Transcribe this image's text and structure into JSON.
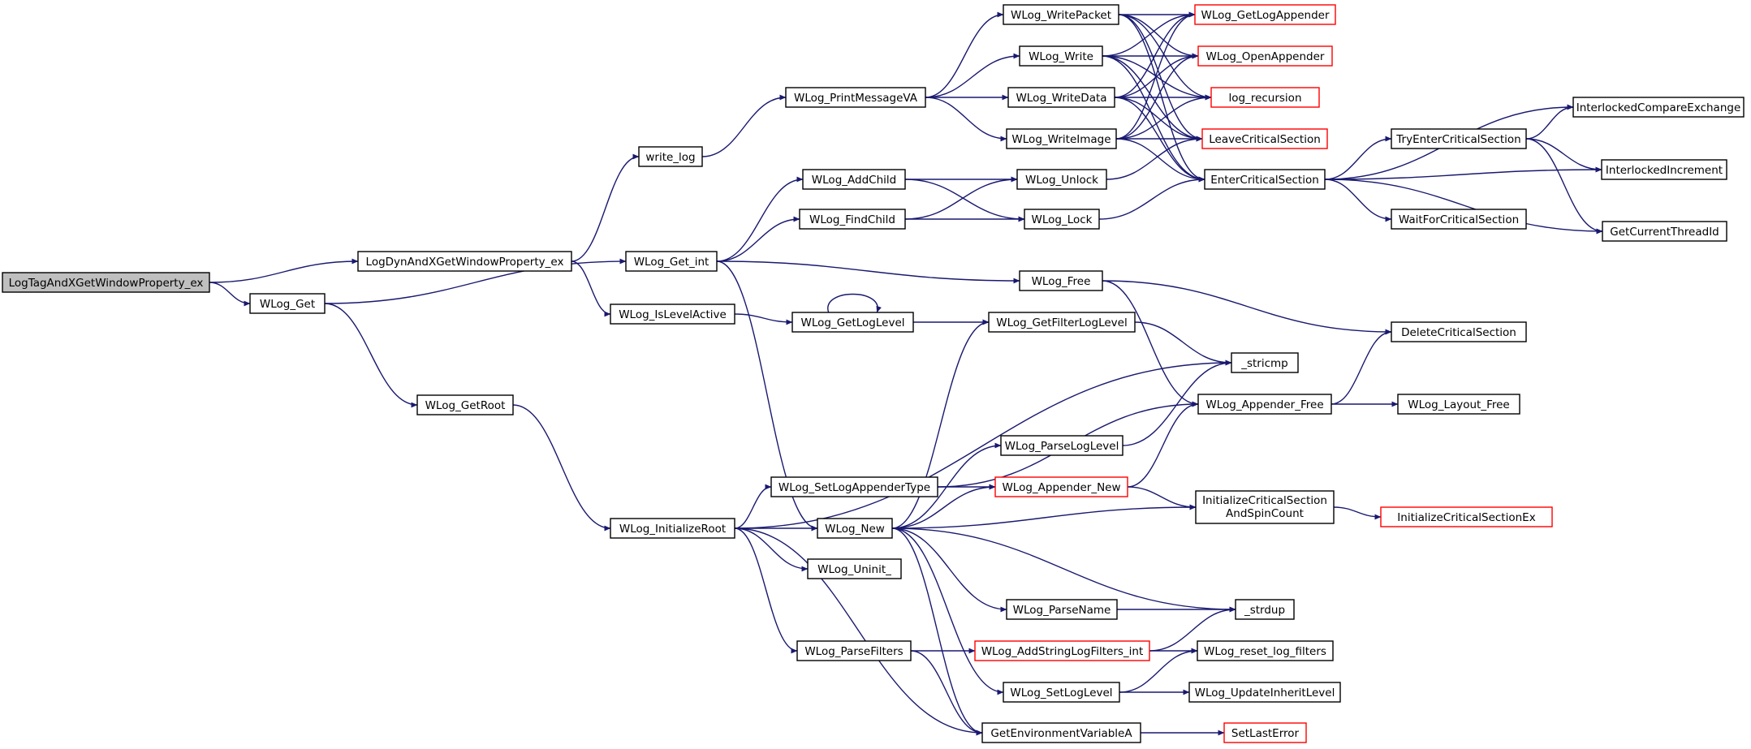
{
  "graph": {
    "edge_color": "#191970",
    "node_border": "#000000",
    "incomplete_node_border": "#ff0000",
    "root_fill": "#bfbfbf",
    "nodes": [
      {
        "id": "root",
        "label": "LogTagAndXGetWindowProperty_ex",
        "style": "root"
      },
      {
        "id": "logdyn",
        "label": "LogDynAndXGetWindowProperty_ex"
      },
      {
        "id": "wlog_get",
        "label": "WLog_Get"
      },
      {
        "id": "write_log",
        "label": "write_log"
      },
      {
        "id": "wlog_get_int",
        "label": "WLog_Get_int"
      },
      {
        "id": "islevel",
        "label": "WLog_IsLevelActive"
      },
      {
        "id": "getroot",
        "label": "WLog_GetRoot"
      },
      {
        "id": "printmsg",
        "label": "WLog_PrintMessageVA"
      },
      {
        "id": "addchild",
        "label": "WLog_AddChild"
      },
      {
        "id": "findchild",
        "label": "WLog_FindChild"
      },
      {
        "id": "getloglevel",
        "label": "WLog_GetLogLevel"
      },
      {
        "id": "initroot",
        "label": "WLog_InitializeRoot"
      },
      {
        "id": "setappender",
        "label": "WLog_SetLogAppenderType"
      },
      {
        "id": "wlog_new",
        "label": "WLog_New"
      },
      {
        "id": "uninit",
        "label": "WLog_Uninit_"
      },
      {
        "id": "parsefilters",
        "label": "WLog_ParseFilters"
      },
      {
        "id": "writepacket",
        "label": "WLog_WritePacket"
      },
      {
        "id": "wlog_write",
        "label": "WLog_Write"
      },
      {
        "id": "writedata",
        "label": "WLog_WriteData"
      },
      {
        "id": "writeimage",
        "label": "WLog_WriteImage"
      },
      {
        "id": "unlock",
        "label": "WLog_Unlock"
      },
      {
        "id": "lock",
        "label": "WLog_Lock"
      },
      {
        "id": "wlog_free",
        "label": "WLog_Free"
      },
      {
        "id": "getfilter",
        "label": "WLog_GetFilterLogLevel"
      },
      {
        "id": "parseloglevel",
        "label": "WLog_ParseLogLevel"
      },
      {
        "id": "appender_new",
        "label": "WLog_Appender_New",
        "style": "red"
      },
      {
        "id": "parsename",
        "label": "WLog_ParseName"
      },
      {
        "id": "addstring",
        "label": "WLog_AddStringLogFilters_int",
        "style": "red"
      },
      {
        "id": "setloglevel",
        "label": "WLog_SetLogLevel"
      },
      {
        "id": "getenv",
        "label": "GetEnvironmentVariableA"
      },
      {
        "id": "getlogappender",
        "label": "WLog_GetLogAppender",
        "style": "red"
      },
      {
        "id": "openappender",
        "label": "WLog_OpenAppender",
        "style": "red"
      },
      {
        "id": "logrec",
        "label": "log_recursion",
        "style": "red"
      },
      {
        "id": "leavecs",
        "label": "LeaveCriticalSection",
        "style": "red"
      },
      {
        "id": "entercs",
        "label": "EnterCriticalSection"
      },
      {
        "id": "stricmp",
        "label": "_stricmp"
      },
      {
        "id": "appender_free",
        "label": "WLog_Appender_Free"
      },
      {
        "id": "initcs",
        "label": "InitializeCriticalSection AndSpinCount",
        "lines": [
          "InitializeCriticalSection",
          "AndSpinCount"
        ]
      },
      {
        "id": "strdup",
        "label": "_strdup"
      },
      {
        "id": "resetfilters",
        "label": "WLog_reset_log_filters"
      },
      {
        "id": "updateinherit",
        "label": "WLog_UpdateInheritLevel"
      },
      {
        "id": "setlasterror",
        "label": "SetLastError",
        "style": "red"
      },
      {
        "id": "tryenter",
        "label": "TryEnterCriticalSection"
      },
      {
        "id": "waitcs",
        "label": "WaitForCriticalSection"
      },
      {
        "id": "deletecs",
        "label": "DeleteCriticalSection"
      },
      {
        "id": "layoutfree",
        "label": "WLog_Layout_Free"
      },
      {
        "id": "initcsex",
        "label": "InitializeCriticalSectionEx",
        "style": "red"
      },
      {
        "id": "icx",
        "label": "InterlockedCompareExchange"
      },
      {
        "id": "iinc",
        "label": "InterlockedIncrement"
      },
      {
        "id": "gettid",
        "label": "GetCurrentThreadId"
      }
    ],
    "edges": [
      [
        "root",
        "logdyn"
      ],
      [
        "root",
        "wlog_get"
      ],
      [
        "logdyn",
        "write_log"
      ],
      [
        "logdyn",
        "islevel"
      ],
      [
        "wlog_get",
        "wlog_get_int"
      ],
      [
        "wlog_get",
        "getroot"
      ],
      [
        "write_log",
        "printmsg"
      ],
      [
        "printmsg",
        "writepacket"
      ],
      [
        "printmsg",
        "wlog_write"
      ],
      [
        "printmsg",
        "writedata"
      ],
      [
        "printmsg",
        "writeimage"
      ],
      [
        "wlog_get_int",
        "addchild"
      ],
      [
        "wlog_get_int",
        "findchild"
      ],
      [
        "wlog_get_int",
        "wlog_free"
      ],
      [
        "wlog_get_int",
        "wlog_new"
      ],
      [
        "islevel",
        "getloglevel"
      ],
      [
        "getloglevel",
        "getloglevel"
      ],
      [
        "getloglevel",
        "getfilter"
      ],
      [
        "getroot",
        "initroot"
      ],
      [
        "initroot",
        "setappender"
      ],
      [
        "initroot",
        "wlog_new"
      ],
      [
        "initroot",
        "uninit"
      ],
      [
        "initroot",
        "parsefilters"
      ],
      [
        "initroot",
        "stricmp"
      ],
      [
        "initroot",
        "getenv"
      ],
      [
        "addchild",
        "unlock"
      ],
      [
        "addchild",
        "lock"
      ],
      [
        "findchild",
        "unlock"
      ],
      [
        "findchild",
        "lock"
      ],
      [
        "unlock",
        "leavecs"
      ],
      [
        "lock",
        "entercs"
      ],
      [
        "wlog_free",
        "deletecs"
      ],
      [
        "wlog_free",
        "appender_free"
      ],
      [
        "getfilter",
        "stricmp"
      ],
      [
        "setappender",
        "appender_new"
      ],
      [
        "setappender",
        "appender_free"
      ],
      [
        "wlog_new",
        "getfilter"
      ],
      [
        "wlog_new",
        "parseloglevel"
      ],
      [
        "wlog_new",
        "appender_new"
      ],
      [
        "wlog_new",
        "initcs"
      ],
      [
        "wlog_new",
        "strdup"
      ],
      [
        "wlog_new",
        "parsename"
      ],
      [
        "wlog_new",
        "setloglevel"
      ],
      [
        "wlog_new",
        "getenv"
      ],
      [
        "parsefilters",
        "addstring"
      ],
      [
        "parsefilters",
        "getenv"
      ],
      [
        "parseloglevel",
        "stricmp"
      ],
      [
        "appender_new",
        "appender_free"
      ],
      [
        "appender_new",
        "initcs"
      ],
      [
        "parsename",
        "strdup"
      ],
      [
        "addstring",
        "strdup"
      ],
      [
        "addstring",
        "resetfilters"
      ],
      [
        "setloglevel",
        "resetfilters"
      ],
      [
        "setloglevel",
        "updateinherit"
      ],
      [
        "getenv",
        "setlasterror"
      ],
      [
        "writepacket",
        "getlogappender"
      ],
      [
        "writepacket",
        "openappender"
      ],
      [
        "writepacket",
        "logrec"
      ],
      [
        "writepacket",
        "leavecs"
      ],
      [
        "writepacket",
        "entercs"
      ],
      [
        "wlog_write",
        "getlogappender"
      ],
      [
        "wlog_write",
        "openappender"
      ],
      [
        "wlog_write",
        "logrec"
      ],
      [
        "wlog_write",
        "leavecs"
      ],
      [
        "wlog_write",
        "entercs"
      ],
      [
        "writedata",
        "getlogappender"
      ],
      [
        "writedata",
        "openappender"
      ],
      [
        "writedata",
        "logrec"
      ],
      [
        "writedata",
        "leavecs"
      ],
      [
        "writedata",
        "entercs"
      ],
      [
        "writeimage",
        "getlogappender"
      ],
      [
        "writeimage",
        "openappender"
      ],
      [
        "writeimage",
        "logrec"
      ],
      [
        "writeimage",
        "leavecs"
      ],
      [
        "writeimage",
        "entercs"
      ],
      [
        "entercs",
        "tryenter"
      ],
      [
        "entercs",
        "icx"
      ],
      [
        "entercs",
        "iinc"
      ],
      [
        "entercs",
        "waitcs"
      ],
      [
        "entercs",
        "gettid"
      ],
      [
        "tryenter",
        "icx"
      ],
      [
        "tryenter",
        "iinc"
      ],
      [
        "tryenter",
        "gettid"
      ],
      [
        "appender_free",
        "deletecs"
      ],
      [
        "appender_free",
        "layoutfree"
      ],
      [
        "initcs",
        "initcsex"
      ]
    ]
  }
}
